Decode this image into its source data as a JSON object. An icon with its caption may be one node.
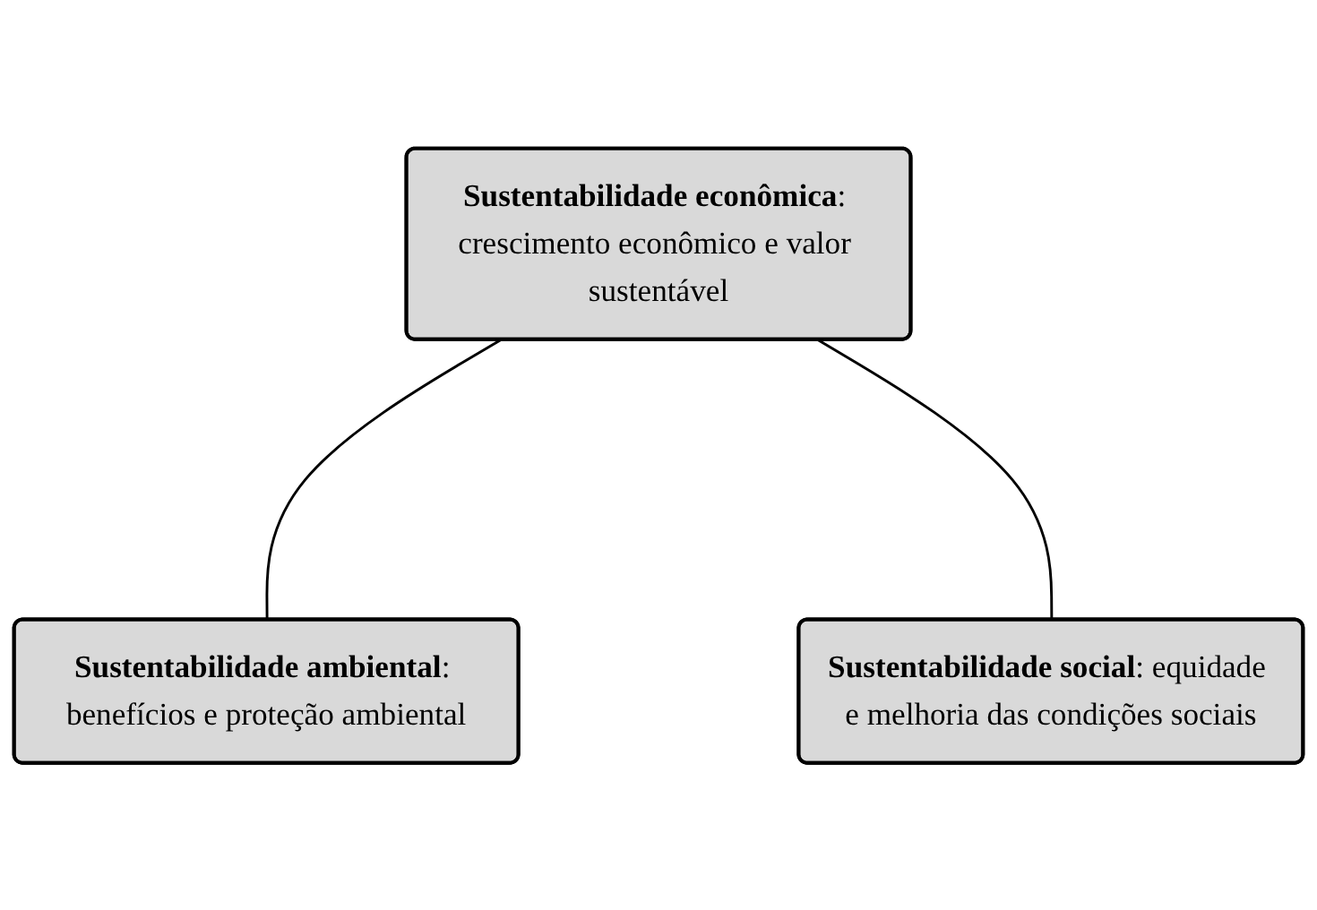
{
  "diagram": {
    "nodes": [
      {
        "text": [
          "**Sustentabilidade econômica**: crescimento econômico e valor sustentável"
        ]
      },
      {
        "text": [
          "**Sustentabilidade ambiental**: benefícios e proteção ambiental"
        ]
      },
      {
        "text": [
          "**Sustentabilidade social**: equidade e melhoria das condições sociais"
        ]
      }
    ],
    "edges": [
      {
        "from": 0,
        "to": 1,
        "arrow": "none"
      },
      {
        "from": 0,
        "to": 2,
        "arrow": "none"
      }
    ]
  }
}
